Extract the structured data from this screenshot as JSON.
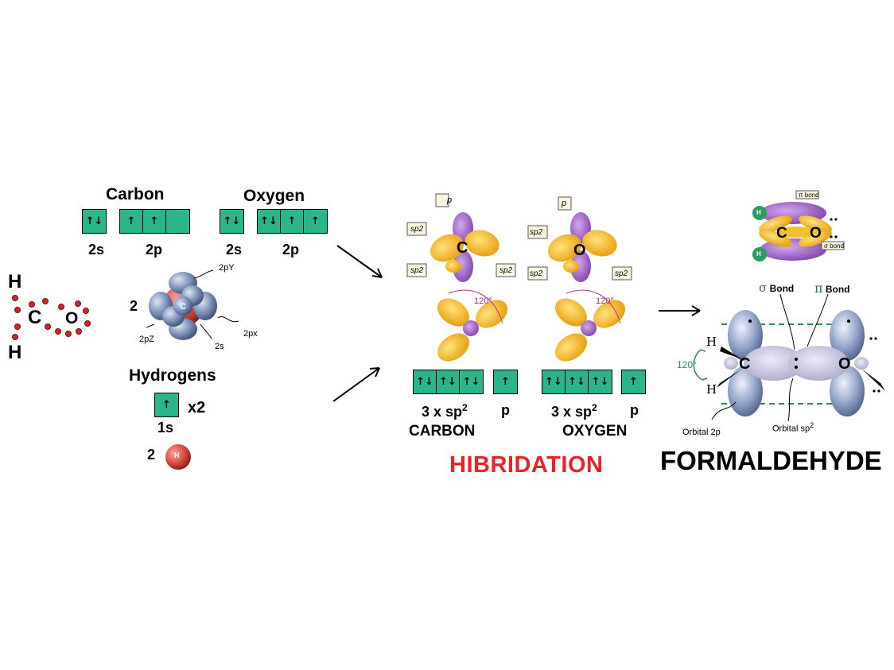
{
  "lewis": {
    "h_top": "H",
    "h_bottom": "H",
    "c": "C",
    "o": "O"
  },
  "carbon": {
    "title": "Carbon",
    "boxes_2s": [
      "↑↓"
    ],
    "boxes_2p": [
      "↑",
      "↑",
      ""
    ],
    "label_2s": "2s",
    "label_2p": "2p"
  },
  "oxygen": {
    "title": "Oxygen",
    "boxes_2s": [
      "↑↓"
    ],
    "boxes_2p": [
      "↑↓",
      "↑",
      "↑"
    ],
    "label_2s": "2s",
    "label_2p": "2p"
  },
  "carbon_model": {
    "count": "2",
    "center": "C",
    "labels": {
      "py": "2pY",
      "pz": "2pZ",
      "px": "2px",
      "s": "2s"
    }
  },
  "hydrogens": {
    "title": "Hydrogens",
    "boxes": [
      "↑"
    ],
    "multiplier": "x2",
    "label_1s": "1s",
    "count": "2",
    "atom": "H"
  },
  "hybridation": {
    "title": "HIBRIDATION",
    "carbon": {
      "center": "C",
      "orbital_labels": [
        "p",
        "sp2",
        "sp2",
        "sp2"
      ],
      "angle": "120°",
      "sp2_boxes": [
        "↑↓",
        "↑↓",
        "↑↓"
      ],
      "p_boxes": [
        "↑"
      ],
      "sp2_label": "3 x sp",
      "sp2_sup": "2",
      "p_label": "p",
      "name": "CARBON"
    },
    "oxygen": {
      "center": "O",
      "orbital_labels": [
        "p",
        "sp2",
        "sp2",
        "sp2"
      ],
      "angle": "120°",
      "sp2_boxes": [
        "↑↓",
        "↑↓",
        "↑↓"
      ],
      "p_boxes": [
        "↑"
      ],
      "sp2_label": "3 x sp",
      "sp2_sup": "2",
      "p_label": "p",
      "name": "OXYGEN"
    }
  },
  "formaldehyde": {
    "title": "FORMALDEHYDE",
    "small_model": {
      "pi_bond": "π bond",
      "sigma_bond": "σ bond",
      "c": "C",
      "o": "O",
      "h": "H"
    },
    "sigma_label_symbol": "σ",
    "sigma_label": "Bond",
    "pi_label_symbol": "π",
    "pi_label": "Bond",
    "angle": "120°",
    "h_top": "H",
    "h_bottom": "H",
    "c": "C",
    "o": "O",
    "orbital_2p": "Orbital 2p",
    "orbital_sp": "Orbital sp",
    "orbital_sp_sup": "2"
  },
  "colors": {
    "box_fill": "#2bb58a",
    "hybrid_title": "#e8242a",
    "lobe_orange": "#f5b21a",
    "lobe_purple": "#9b5fc0",
    "lobe_blue": "#8ea1c8"
  }
}
